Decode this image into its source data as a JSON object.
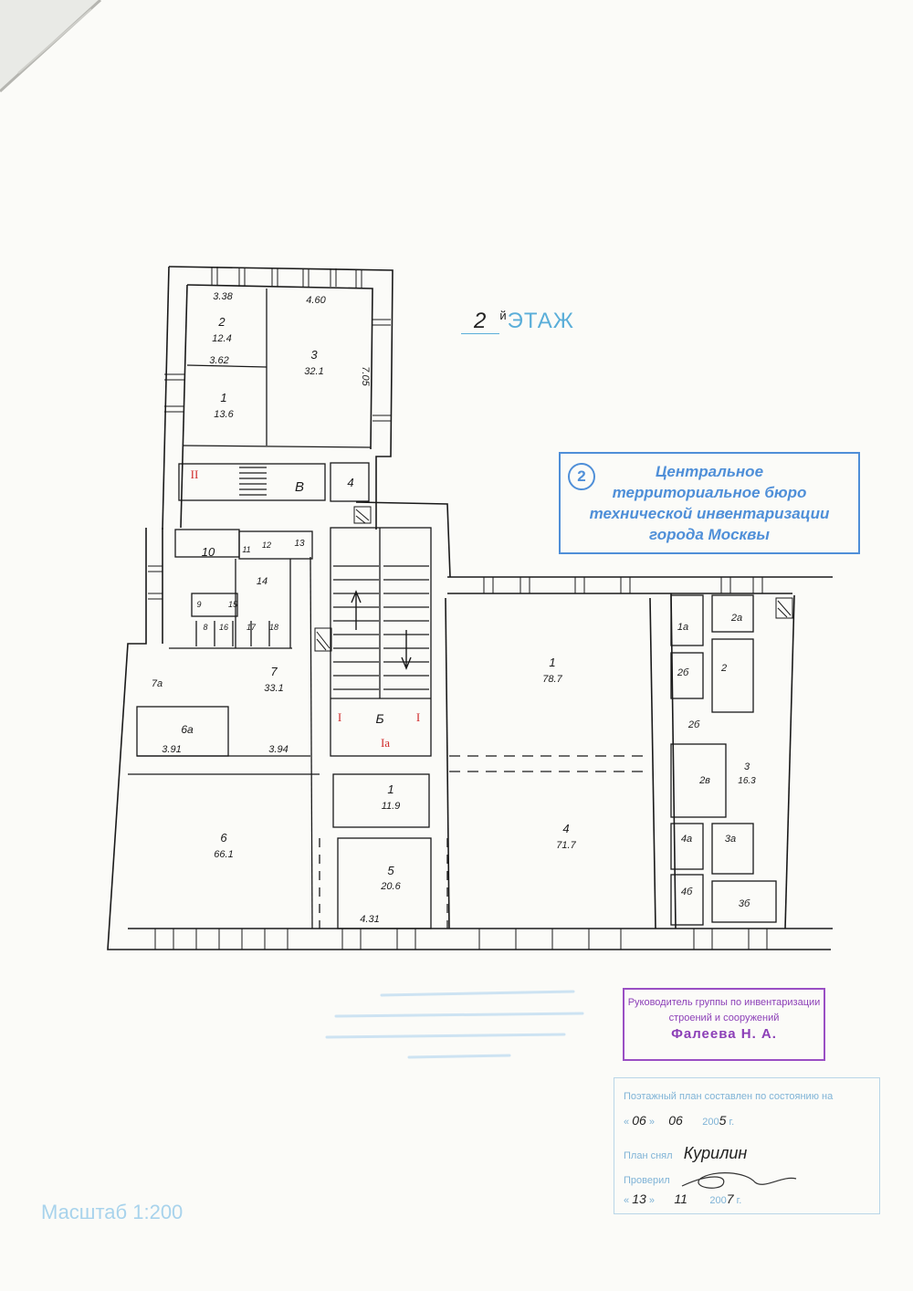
{
  "floor": {
    "number": "2",
    "suffix": "й",
    "label": "ЭТАЖ"
  },
  "rooms": [
    {
      "id": "2",
      "area": "12.4"
    },
    {
      "id": "1",
      "area": "13.6"
    },
    {
      "id": "3",
      "area": "32.1"
    },
    {
      "id": "В",
      "area": ""
    },
    {
      "id": "4",
      "area": ""
    },
    {
      "id": "10",
      "area": ""
    },
    {
      "id": "14",
      "area": ""
    },
    {
      "id": "13",
      "area": ""
    },
    {
      "id": "11",
      "area": ""
    },
    {
      "id": "12",
      "area": ""
    },
    {
      "id": "9",
      "area": ""
    },
    {
      "id": "15",
      "area": ""
    },
    {
      "id": "8",
      "area": ""
    },
    {
      "id": "16",
      "area": ""
    },
    {
      "id": "17",
      "area": ""
    },
    {
      "id": "18",
      "area": ""
    },
    {
      "id": "7а",
      "area": ""
    },
    {
      "id": "7",
      "area": "33.1"
    },
    {
      "id": "6а",
      "area": ""
    },
    {
      "id": "Б",
      "area": ""
    },
    {
      "id": "1",
      "area": "11.9"
    },
    {
      "id": "5",
      "area": "20.6"
    },
    {
      "id": "6",
      "area": "66.1"
    },
    {
      "id": "1",
      "area": "78.7"
    },
    {
      "id": "4",
      "area": "71.7"
    },
    {
      "id": "1а",
      "area": ""
    },
    {
      "id": "2а",
      "area": ""
    },
    {
      "id": "2б",
      "area": ""
    },
    {
      "id": "2",
      "area": ""
    },
    {
      "id": "2б",
      "area": ""
    },
    {
      "id": "2в",
      "area": ""
    },
    {
      "id": "3",
      "area": "16.3"
    },
    {
      "id": "4а",
      "area": ""
    },
    {
      "id": "3а",
      "area": ""
    },
    {
      "id": "4б",
      "area": ""
    },
    {
      "id": "3б",
      "area": ""
    }
  ],
  "dimensions": [
    "3.38",
    "4.60",
    "3.62",
    "7.05",
    "3.91",
    "3.94",
    "4.31"
  ],
  "section_marks": [
    "II",
    "I",
    "I",
    "Ia"
  ],
  "stamp_bti": {
    "number": "2",
    "lines": [
      "Центральное",
      "территориальное бюро",
      "технической инвентаризации",
      "города Москвы"
    ]
  },
  "stamp_head": {
    "lines": [
      "Руководитель группы по инвентаризации",
      "строений и сооружений"
    ],
    "name": "Фалеева Н. А."
  },
  "certification": {
    "compiled_label": "Поэтажный план составлен по состоянию на",
    "compiled_date": {
      "day": "06",
      "month": "06",
      "year_prefix": "200",
      "year_digit": "5",
      "suffix": "г."
    },
    "surveyed_label": "План снял",
    "surveyed_by": "Курилин",
    "checked_label": "Проверил",
    "checked_date": {
      "day": "13",
      "month": "11",
      "year_prefix": "200",
      "year_digit": "7",
      "suffix": "г."
    }
  },
  "scale": "Масштаб 1:200",
  "colors": {
    "ink": "#1a1a1a",
    "bti_blue": "#4f8fd8",
    "stamp_purple": "#8c3fb7",
    "section_red": "#d02a2a",
    "faint_blue": "#a8d3ec"
  }
}
